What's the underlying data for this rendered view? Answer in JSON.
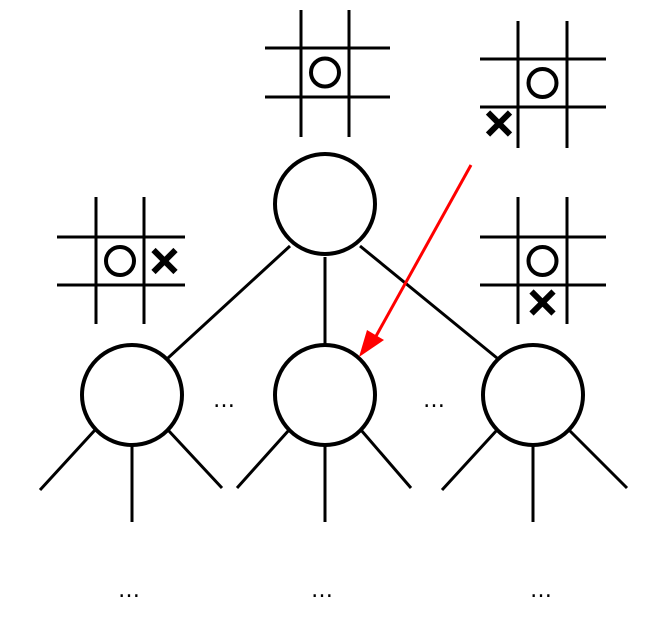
{
  "tree": {
    "ellipsis_text": "…"
  },
  "boards": [
    {
      "id": "board-root",
      "cells": [
        "",
        "",
        "",
        "",
        "O",
        "",
        "",
        "",
        ""
      ]
    },
    {
      "id": "board-left",
      "cells": [
        "",
        "",
        "",
        "",
        "O",
        "X",
        "",
        "",
        ""
      ]
    },
    {
      "id": "board-arrow-source",
      "cells": [
        "",
        "",
        "",
        "",
        "O",
        "",
        "X",
        "",
        ""
      ]
    },
    {
      "id": "board-right",
      "cells": [
        "",
        "",
        "",
        "",
        "O",
        "",
        "",
        "X",
        ""
      ]
    }
  ],
  "colors": {
    "line": "#000000",
    "arrow": "#ff0000",
    "background": "#ffffff"
  }
}
